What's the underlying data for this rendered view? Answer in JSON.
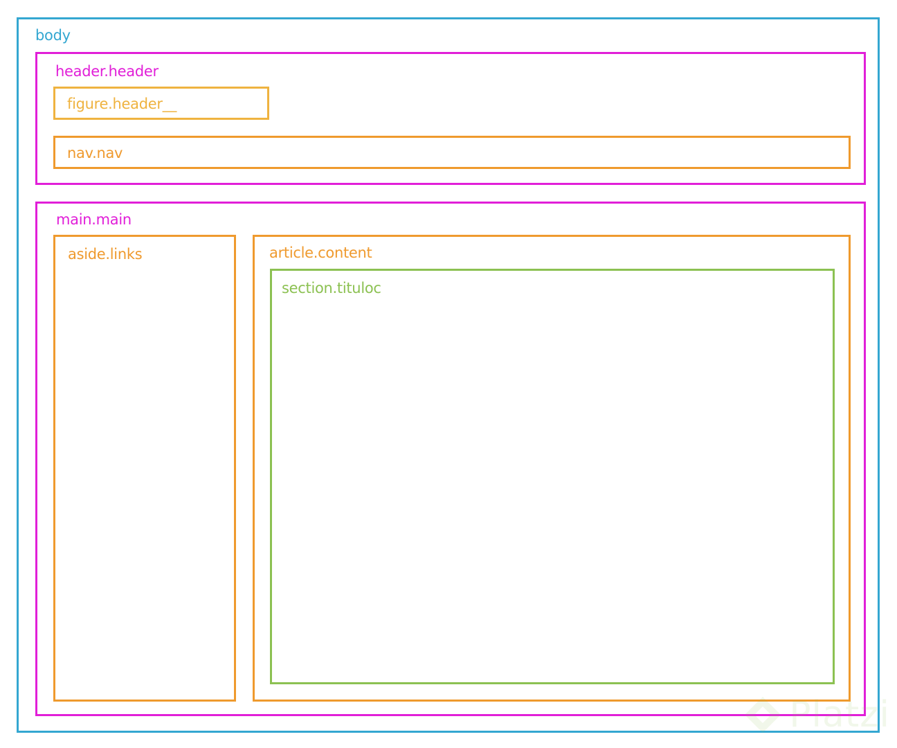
{
  "colors": {
    "body": "#34a7d1",
    "header": "#e11fd8",
    "main": "#e11fd8",
    "figure": "#efb340",
    "nav": "#ef9a2e",
    "aside": "#ef9a2e",
    "article": "#ef9a2e",
    "section": "#8cc152"
  },
  "labels": {
    "body": "body",
    "header": "header.header",
    "figure": "figure.header__",
    "nav": "nav.nav",
    "main": "main.main",
    "aside": "aside.links",
    "article": "article.content",
    "section": "section.tituloc"
  },
  "watermark": {
    "text": "Platzi",
    "icon": "platzi-logo-icon"
  }
}
